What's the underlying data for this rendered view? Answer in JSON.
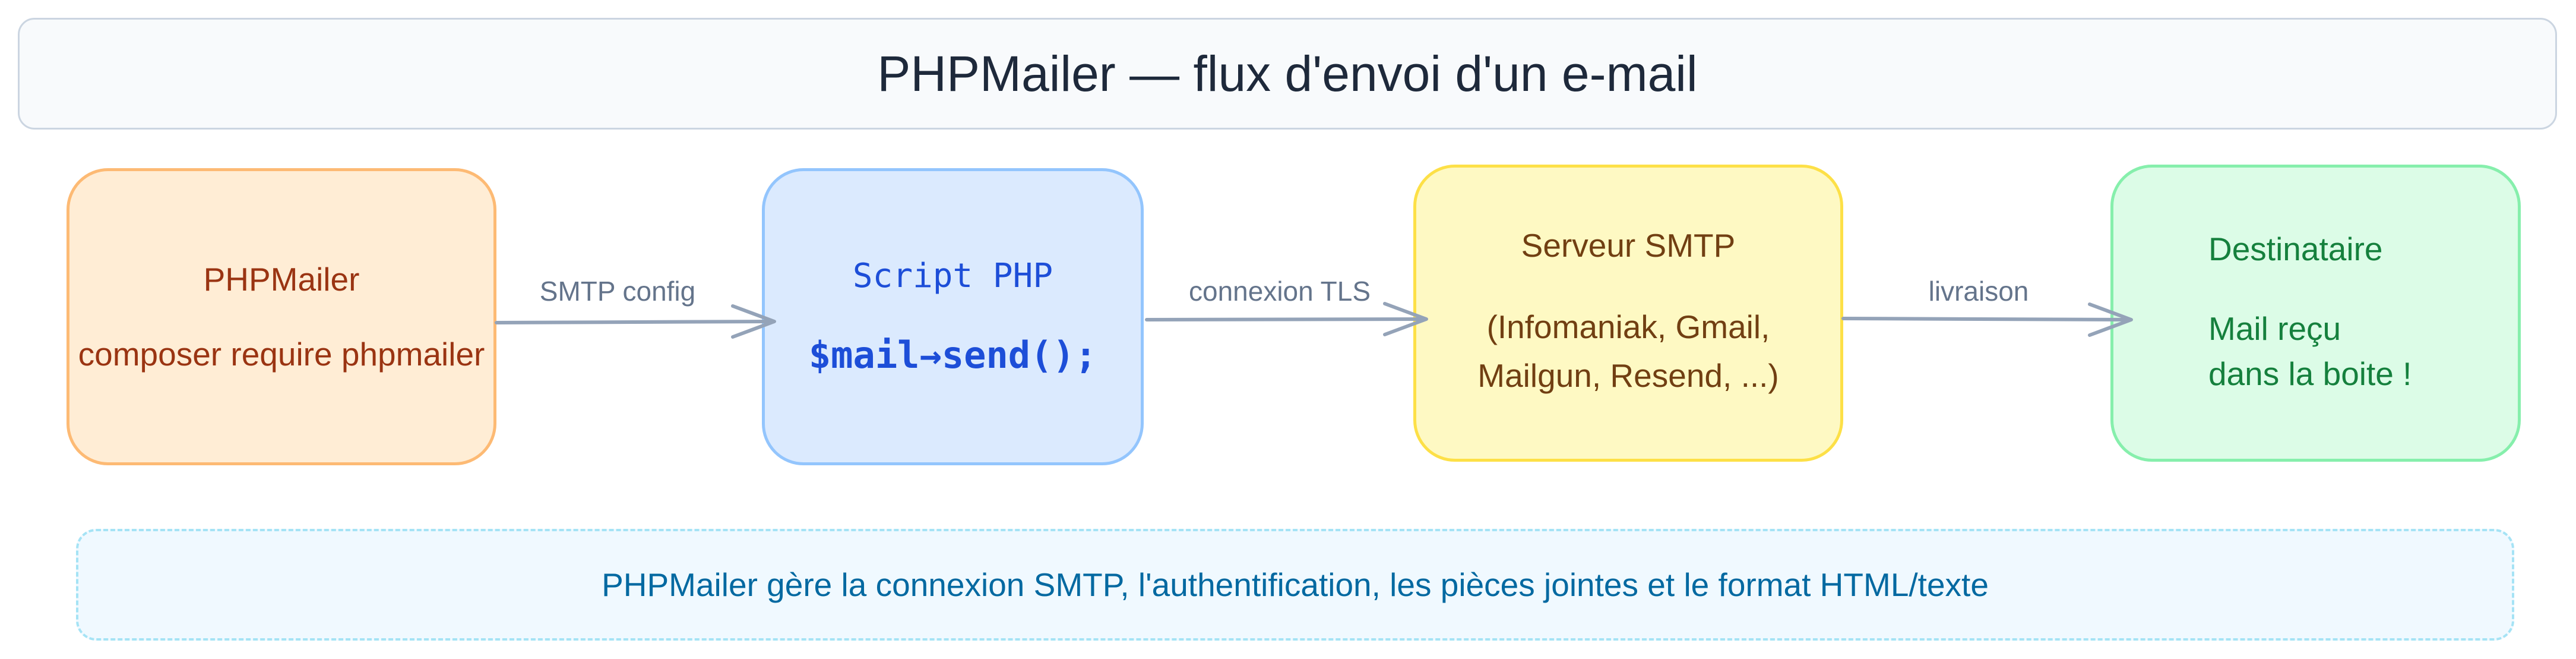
{
  "title": "PHPMailer — flux d'envoi d'un e-mail",
  "nodes": {
    "phpmailer": {
      "title": "PHPMailer",
      "subtitle": "composer require phpmailer"
    },
    "script": {
      "title": "Script PHP",
      "code": "$mail→send();"
    },
    "smtp": {
      "title": "Serveur SMTP",
      "line1": "(Infomaniak, Gmail,",
      "line2": "Mailgun, Resend, ...)"
    },
    "dest": {
      "title": "Destinataire",
      "line1": "Mail reçu",
      "line2": "dans la boite !"
    }
  },
  "edges": [
    {
      "from": "phpmailer",
      "to": "script",
      "label": "SMTP config"
    },
    {
      "from": "script",
      "to": "smtp",
      "label": "connexion TLS"
    },
    {
      "from": "smtp",
      "to": "dest",
      "label": "livraison"
    }
  ],
  "note": "PHPMailer gère la connexion SMTP, l'authentification, les pièces jointes et le format HTML/texte",
  "colors": {
    "phpmailer_fill": "#ffedd5",
    "script_fill": "#dbeafe",
    "smtp_fill": "#fef9c3",
    "dest_fill": "#dcfce7",
    "arrow": "#94a3b8",
    "note_text": "#0369a1"
  }
}
